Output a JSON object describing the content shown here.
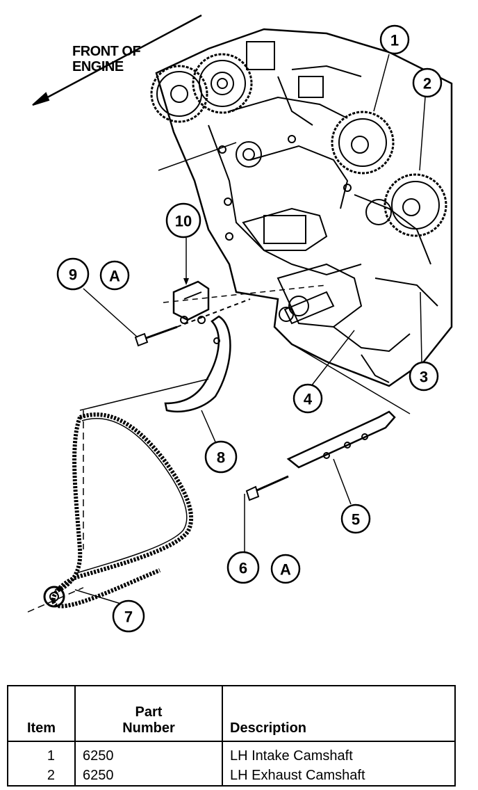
{
  "diagram": {
    "front_label_line1": "FRONT OF",
    "front_label_line2": "ENGINE",
    "callouts": {
      "c1": "1",
      "c2": "2",
      "c3": "3",
      "c4": "4",
      "c5": "5",
      "c6": "6",
      "c7": "7",
      "c8": "8",
      "c9": "9",
      "c10": "10",
      "a1": "A",
      "a2": "A"
    }
  },
  "table": {
    "headers": {
      "item": "Item",
      "part_line1": "Part",
      "part_line2": "Number",
      "description": "Description"
    },
    "rows": [
      {
        "item": "1",
        "part": "6250",
        "description": "LH Intake Camshaft"
      },
      {
        "item": "2",
        "part": "6250",
        "description": "LH Exhaust Camshaft"
      }
    ]
  }
}
